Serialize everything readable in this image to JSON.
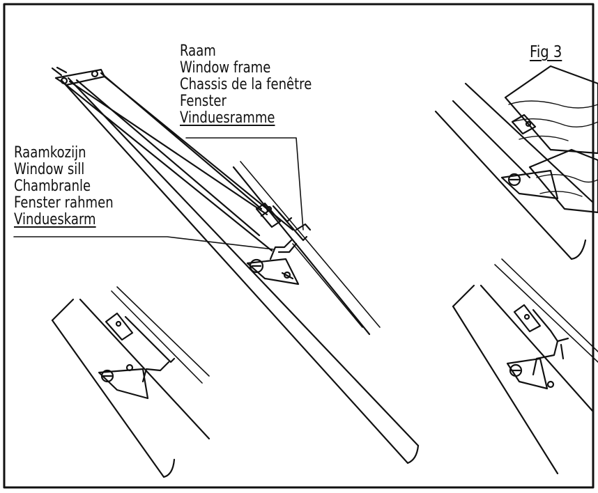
{
  "figure": {
    "title": "Fig 3"
  },
  "window_frame_labels": [
    "Raam",
    "Window frame",
    "Chassis de la fenêtre",
    "Fenster",
    "Vinduesramme"
  ],
  "window_sill_labels": [
    "Raamkozijn",
    "Window sill",
    "Chambranle",
    "Fenster rahmen",
    "Vindueskarm"
  ]
}
